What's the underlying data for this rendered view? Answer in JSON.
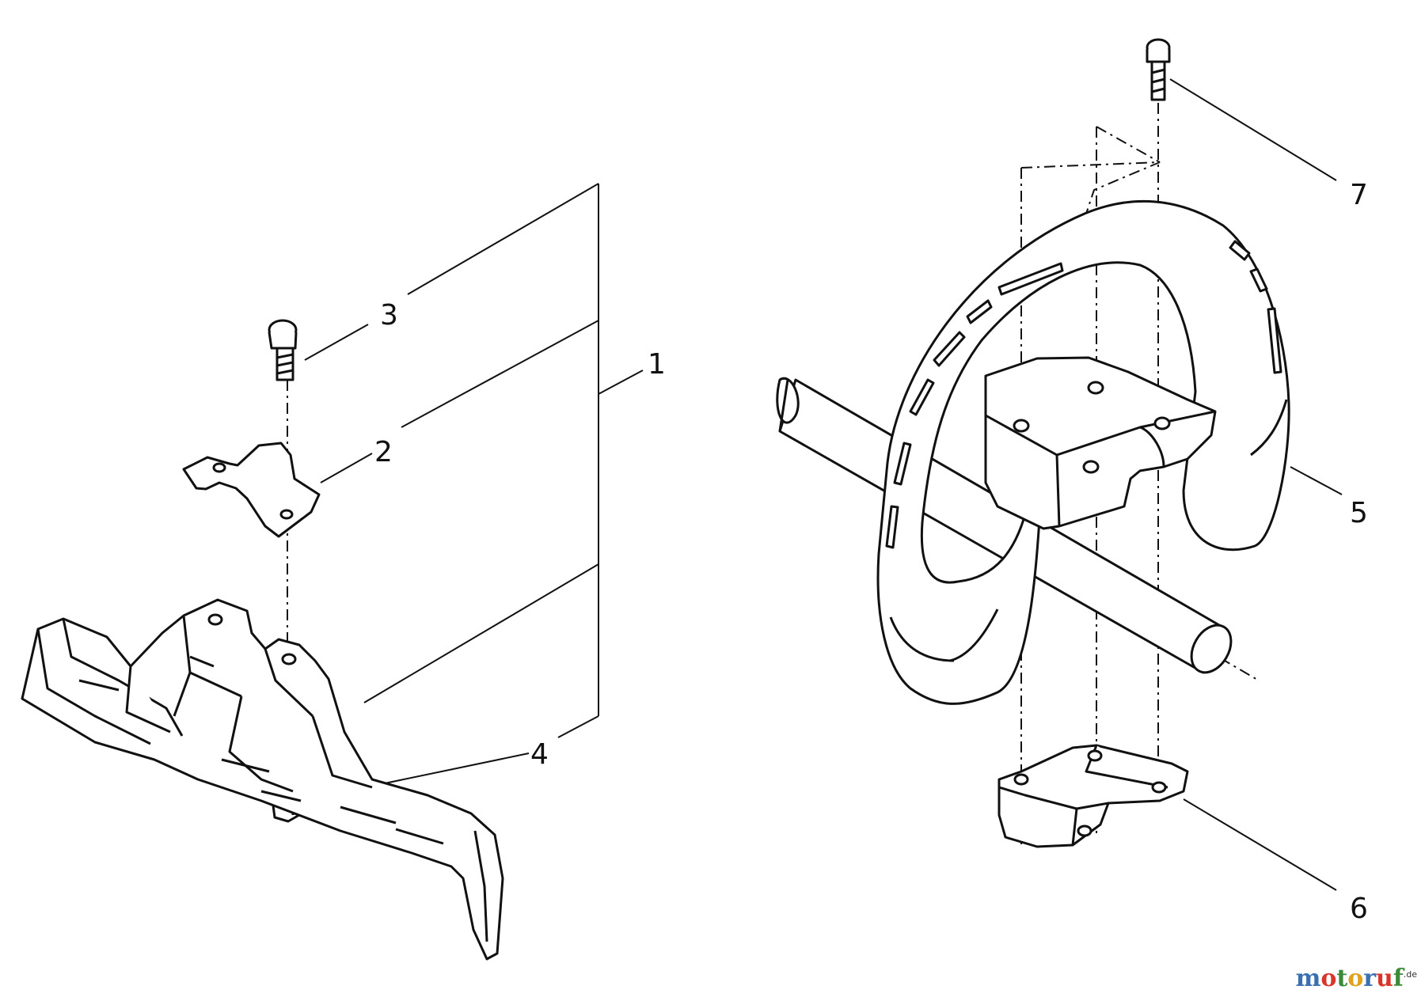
{
  "callouts": {
    "c1": "1",
    "c2": "2",
    "c3": "3",
    "c4": "4",
    "c5": "5",
    "c6": "6",
    "c7": "7"
  },
  "watermark": {
    "letters": [
      "m",
      "o",
      "t",
      "o",
      "r",
      "u",
      "f"
    ],
    "letter_colors": [
      "#3a6fb0",
      "#d9352a",
      "#3a8a3a",
      "#e0a21a",
      "#3a6fb0",
      "#d9352a",
      "#3a8a3a"
    ],
    "suffix": ".de"
  }
}
